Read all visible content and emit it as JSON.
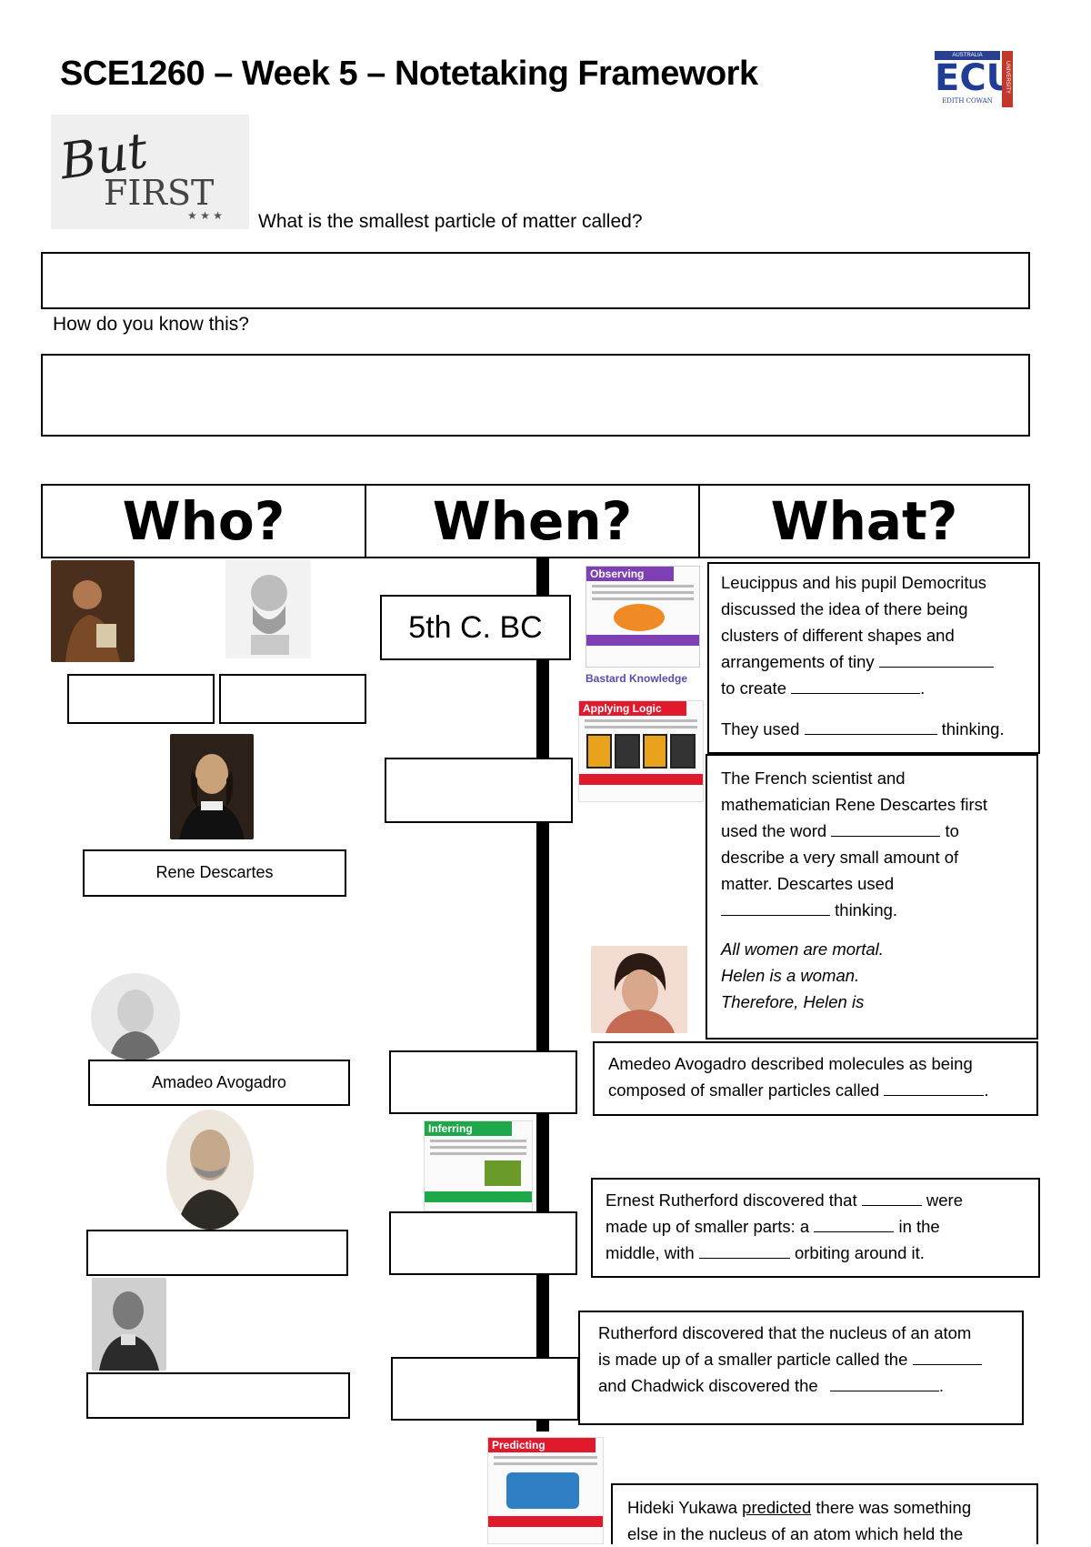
{
  "header": {
    "title": "SCE1260 – Week 5 – Notetaking Framework",
    "logo_text": "ECU",
    "logo_sub": "EDITH COWAN",
    "logo_side": "UNIVERSITY",
    "logo_top": "AUSTRALIA"
  },
  "but_first": {
    "line1": "But",
    "line2": "FIRST",
    "stars": "★ ★ ★",
    "question1": "What is the smallest particle of matter called?",
    "question2": "How do you know this?"
  },
  "columns": {
    "who": "Who?",
    "when": "When?",
    "what": "What?"
  },
  "who": {
    "descartes": "Rene Descartes",
    "avogadro": "Amadeo Avogadro"
  },
  "when": {
    "first": "5th C. BC"
  },
  "skills": {
    "observing": "Observing",
    "bastard": "Bastard Knowledge",
    "applying": "Applying Logic",
    "inferring": "Inferring",
    "predicting": "Predicting"
  },
  "what": {
    "leucippus_1": "Leucippus and his pupil Democritus",
    "leucippus_2": "discussed the idea of there being",
    "leucippus_3": "clusters of different shapes and",
    "leucippus_4": "arrangements of tiny",
    "leucippus_5": "to create",
    "leucippus_5b": ".",
    "leucippus_6a": "They used",
    "leucippus_6b": "thinking.",
    "descartes_1": "The French scientist and",
    "descartes_2": "mathematician Rene Descartes first",
    "descartes_3a": "used the word",
    "descartes_3b": "to",
    "descartes_4": "describe a very small amount of",
    "descartes_5": "matter.  Descartes used",
    "descartes_6": "thinking.",
    "syllogism_1": "All women are mortal.",
    "syllogism_2": "Helen is a woman.",
    "syllogism_3": "Therefore, Helen is",
    "avogadro_1": "Amedeo Avogadro described molecules as being",
    "avogadro_2a": "composed of smaller particles called",
    "avogadro_2b": ".",
    "rutherford_1a": "Ernest Rutherford discovered that",
    "rutherford_1b": "were",
    "rutherford_2a": "made up of smaller parts:  a",
    "rutherford_2b": "in the",
    "rutherford_3a": "middle, with",
    "rutherford_3b": "orbiting around it.",
    "chadwick_1": "Rutherford discovered that the nucleus of an atom",
    "chadwick_2": "is made up of a smaller particle called the",
    "chadwick_3a": "and Chadwick discovered the",
    "chadwick_3b": ".",
    "yukawa_1a": "Hideki Yukawa",
    "yukawa_1b": "predicted",
    "yukawa_1c": "there was something",
    "yukawa_2": "else in the nucleus of an atom which held the"
  }
}
